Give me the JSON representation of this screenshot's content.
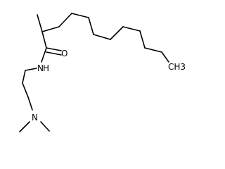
{
  "diagram": {
    "type": "skeletal-structure",
    "labels": {
      "oxygen": "O",
      "amide_nitrogen": "N",
      "amide_hydrogen": "H",
      "terminal_methyl": "CH3",
      "amine_nitrogen": "N"
    }
  },
  "colors": {
    "bond": "#000000",
    "background": "#ffffff"
  }
}
